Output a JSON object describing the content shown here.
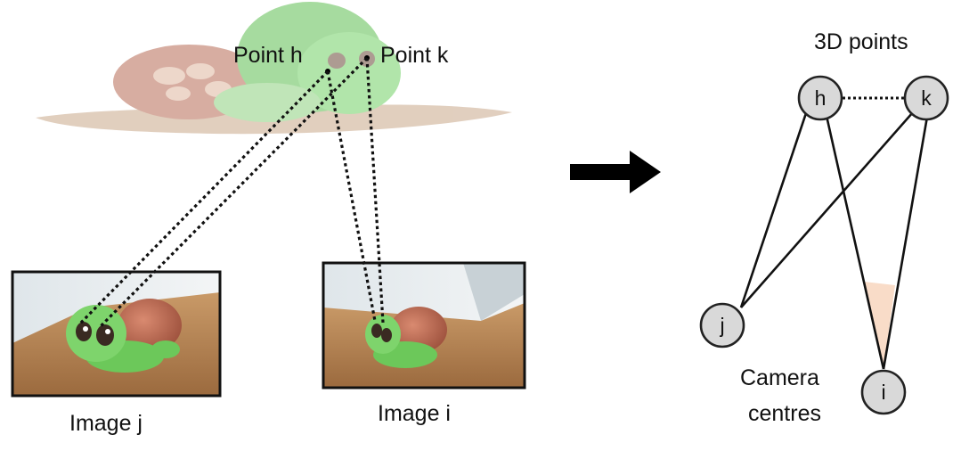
{
  "scene": {
    "point_h_label": "Point h",
    "point_k_label": "Point k",
    "image_j_caption": "Image j",
    "image_i_caption": "Image i"
  },
  "graph": {
    "title": "3D points",
    "camera_label_line1": "Camera",
    "camera_label_line2": "centres",
    "nodes": {
      "h": "h",
      "k": "k",
      "j": "j",
      "i": "i"
    }
  },
  "colors": {
    "node_fill": "#d9d9d9",
    "node_stroke": "#222222",
    "edge": "#111111",
    "angle_wedge": "#f9dcc8",
    "arrow": "#000000",
    "turtle_body": "#7ccf6a",
    "turtle_shell": "#b8684f",
    "floor": "#b98450",
    "wall": "#e7ecef"
  }
}
